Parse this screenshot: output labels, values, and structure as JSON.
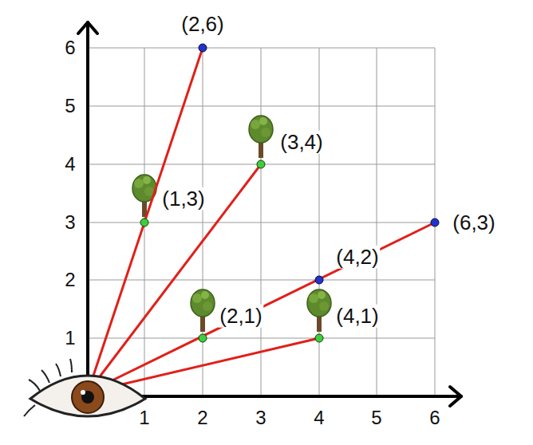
{
  "diagram": {
    "labels": [
      "(2,6)",
      "(3,4)",
      "(1,3)",
      "(6,3)",
      "(4,2)",
      "(2,1)",
      "(4,1)",
      "6",
      "5",
      "4",
      "3",
      "2",
      "1",
      "1",
      "2",
      "3",
      "4",
      "5",
      "6"
    ]
  }
}
